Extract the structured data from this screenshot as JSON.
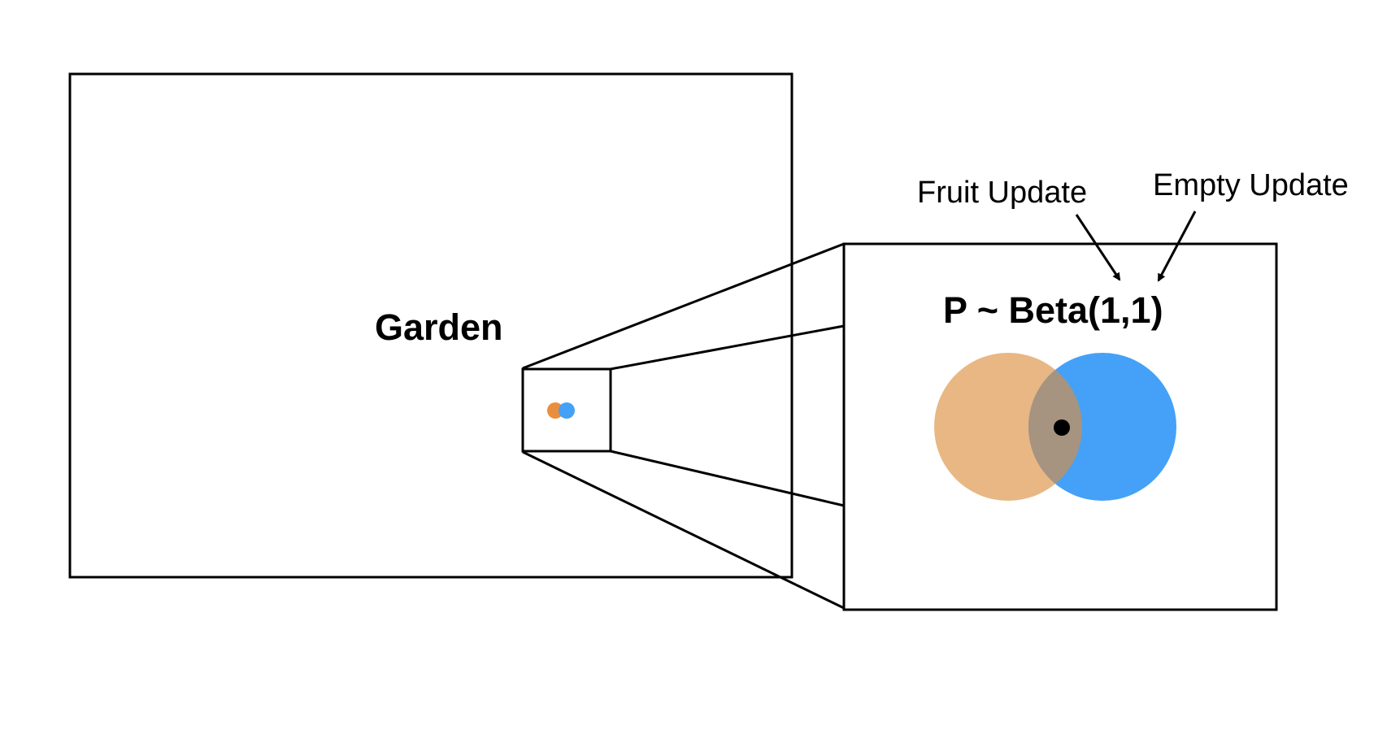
{
  "garden": {
    "label": "Garden"
  },
  "zoom": {
    "formula": "P ~ Beta(1,1)",
    "fruit_update_label": "Fruit Update",
    "empty_update_label": "Empty Update"
  },
  "colors": {
    "fruit_circle": "#E9B784",
    "empty_circle": "#44A1F7",
    "overlap": "#A69480",
    "small_fruit_dot": "#EA8E3C",
    "small_empty_dot": "#44A1F7",
    "stroke": "#000000"
  }
}
